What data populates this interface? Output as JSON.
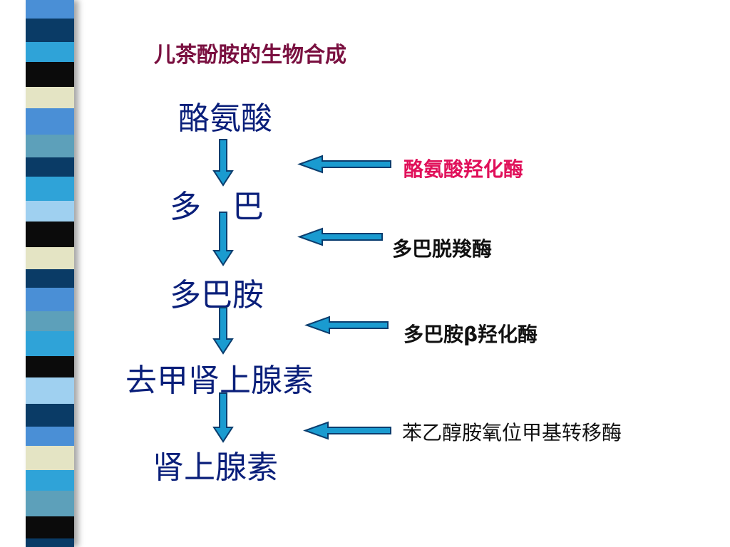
{
  "title": "儿茶酚胺的生物合成",
  "pathway": [
    "酪氨酸",
    "多　巴",
    "多巴胺",
    "去甲肾上腺素",
    "肾上腺素"
  ],
  "enzymes": [
    "酪氨酸羟化酶",
    "多巴脱羧酶",
    "多巴胺β羟化酶",
    "苯乙醇胺氧位甲基转移酶"
  ],
  "colors": {
    "title": "#7a1040",
    "chemical": "#0a1f7a",
    "enzyme_highlight": "#e0105a",
    "enzyme": "#111111",
    "arrow_fill": "#1a9bd0",
    "arrow_outline": "#0b3d6e",
    "stripes": [
      "#4a8fd6",
      "#0a3b66",
      "#2fa3d8",
      "#0b0b0b",
      "#e4e4c4",
      "#5da0ba",
      "#9fd0f0"
    ]
  }
}
